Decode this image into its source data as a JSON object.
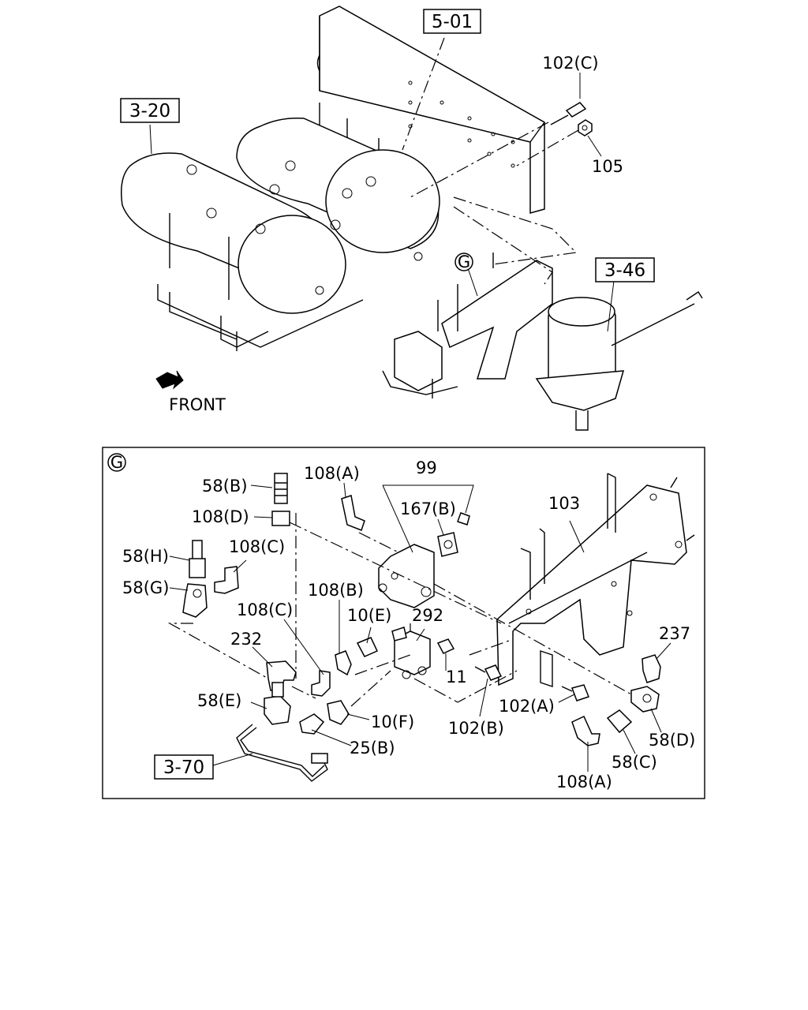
{
  "diagram": {
    "front_label": "FRONT",
    "references": {
      "frame": "5-01",
      "air_tanks": "3-20",
      "dryer": "3-46",
      "pipe": "3-70"
    },
    "detail_marker": "G",
    "upper_callouts": {
      "bolt_c": "102(C)",
      "nut": "105"
    },
    "detail_callouts": {
      "c58b": "58(B)",
      "c108a_top": "108(A)",
      "c99": "99",
      "c108d": "108(D)",
      "c167b": "167(B)",
      "c103": "103",
      "c58h": "58(H)",
      "c108c_top": "108(C)",
      "c58g": "58(G)",
      "c108b": "108(B)",
      "c108c_mid": "108(C)",
      "c10e": "10(E)",
      "c292": "292",
      "c237": "237",
      "c232": "232",
      "c11": "11",
      "c58e": "58(E)",
      "c102a": "102(A)",
      "c10f": "10(F)",
      "c102b": "102(B)",
      "c58d": "58(D)",
      "c25b": "25(B)",
      "c58c": "58(C)",
      "c108a_bot": "108(A)"
    }
  }
}
